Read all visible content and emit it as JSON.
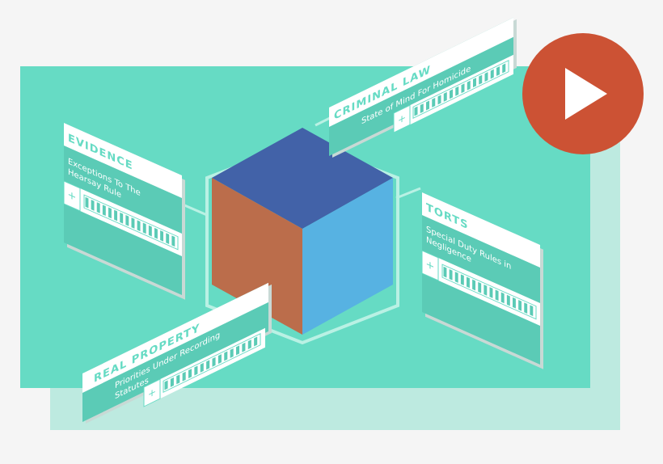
{
  "colors": {
    "page_bg": "#f5f5f5",
    "panel_back": "#bdeae0",
    "panel_front": "#66dbc4",
    "cube_top": "#4262a8",
    "cube_left": "#bb6d4b",
    "cube_right": "#57b2e2",
    "hex_outline": "#b9f1e4",
    "card_header": "#ffffff",
    "card_body": "#5bcbb6",
    "card_shadow": "#c8d9d5",
    "header_text": "#66dbc4",
    "play_button": "#cc5234",
    "play_icon": "#ffffff"
  },
  "cards": {
    "evidence": {
      "title": "EVIDENCE",
      "subtitle": [
        "Exceptions To The",
        "Hearsay Rule"
      ],
      "plus": "+",
      "progress_segments": 16
    },
    "criminal_law": {
      "title": "CRIMINAL LAW",
      "subtitle": [
        "State of Mind For Homicide"
      ],
      "plus": "+",
      "progress_segments": 16
    },
    "torts": {
      "title": "TORTS",
      "subtitle": [
        "Special Duty Rules in",
        "Negligence"
      ],
      "plus": "+",
      "progress_segments": 16
    },
    "real_property": {
      "title": "REAL PROPERTY",
      "subtitle": [
        "Priorities Under Recording",
        "Statutes"
      ],
      "plus": "+",
      "progress_segments": 16
    }
  },
  "play_button": {
    "icon": "play-icon"
  }
}
